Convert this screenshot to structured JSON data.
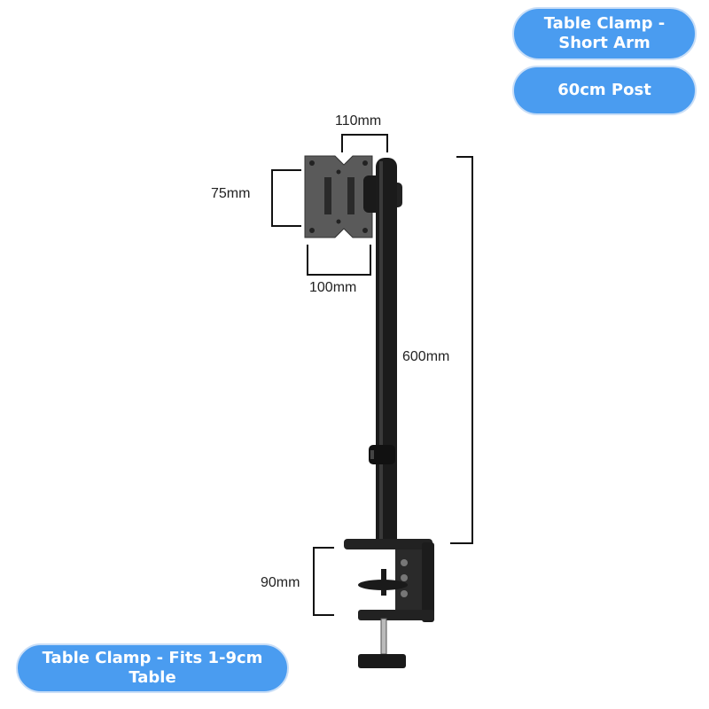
{
  "labels": {
    "top_pill": "Table Clamp - Short Arm",
    "mid_pill": "60cm Post",
    "bottom_pill": "Table Clamp - Fits 1-9cm Table"
  },
  "dimensions": {
    "vesa_width": "110mm",
    "vesa_height": "75mm",
    "vesa_bottom": "100mm",
    "post_height": "600mm",
    "clamp_height": "90mm"
  },
  "colors": {
    "pill": "#4a9cf0",
    "mount": "#111111",
    "plate": "#555555"
  }
}
